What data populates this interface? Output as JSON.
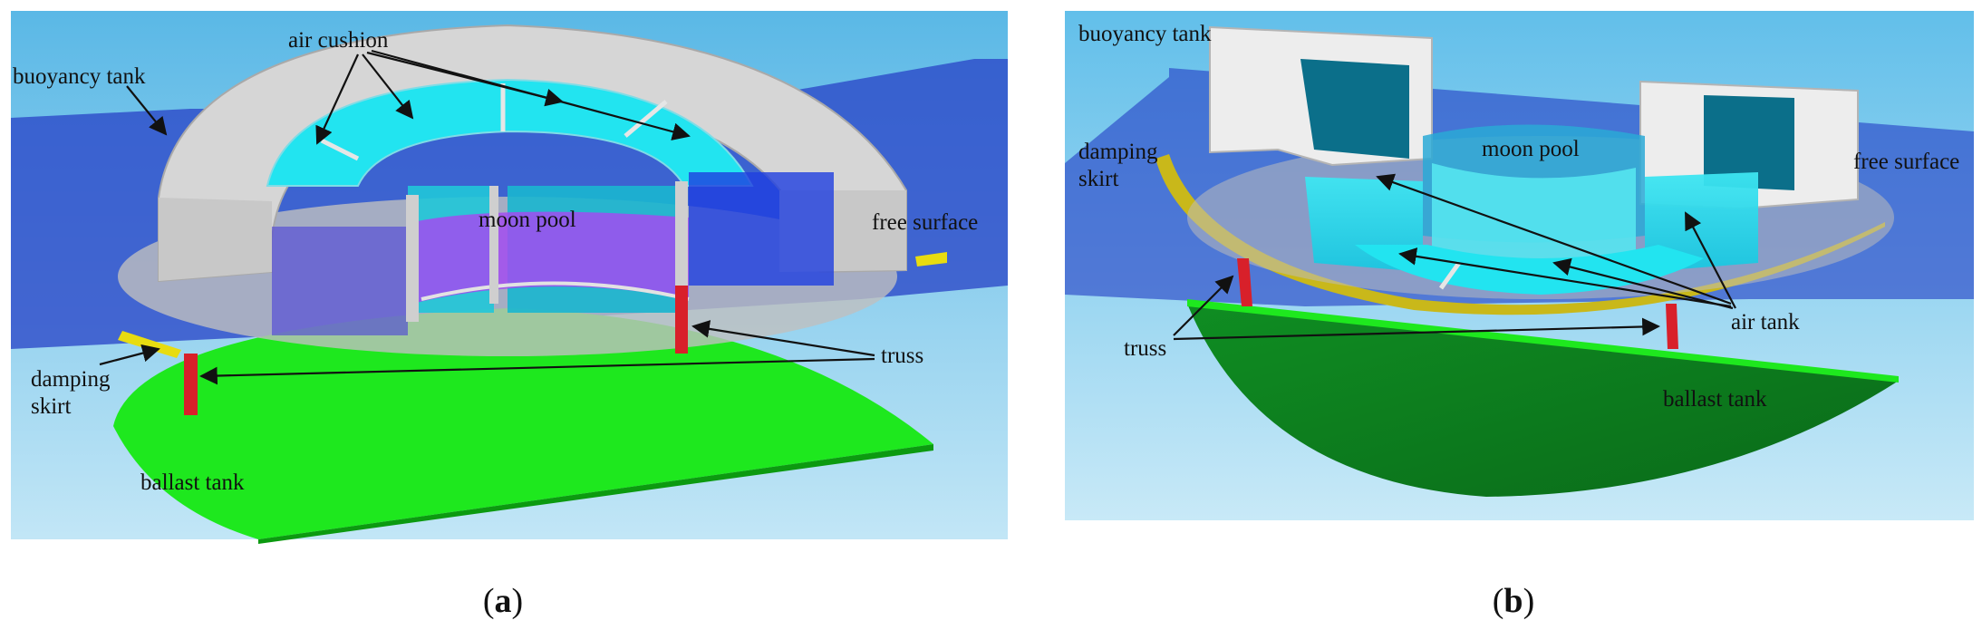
{
  "panels": {
    "a": {
      "caption_open": "(",
      "caption_letter": "a",
      "caption_close": ")",
      "labels": {
        "buoyancy_tank": "buoyancy tank",
        "air_cushion": "air cushion",
        "moon_pool": "moon pool",
        "free_surface": "free surface",
        "damping_skirt_line1": "damping",
        "damping_skirt_line2": "skirt",
        "truss": "truss",
        "ballast_tank": "ballast tank"
      }
    },
    "b": {
      "caption_open": "(",
      "caption_letter": "b",
      "caption_close": ")",
      "labels": {
        "buoyancy_tank": "buoyancy tank",
        "damping_skirt_line1": "damping",
        "damping_skirt_line2": "skirt",
        "moon_pool": "moon pool",
        "free_surface": "free surface",
        "truss": "truss",
        "air_tank": "air tank",
        "ballast_tank": "ballast tank"
      }
    }
  },
  "colors": {
    "sky_top": "#5ab8e6",
    "sky_bottom": "#c2e6f6",
    "free_surface": "#2a47c8",
    "hull_grey": "#d6d6d6",
    "air_cyan": "#22e4f0",
    "moon_pool_purple": "#a24cf0",
    "ballast_green_a": "#1ee81e",
    "ballast_green_b": "#0b7a1c",
    "skirt_yellow": "#e8dc10",
    "truss_red": "#d8202a"
  }
}
